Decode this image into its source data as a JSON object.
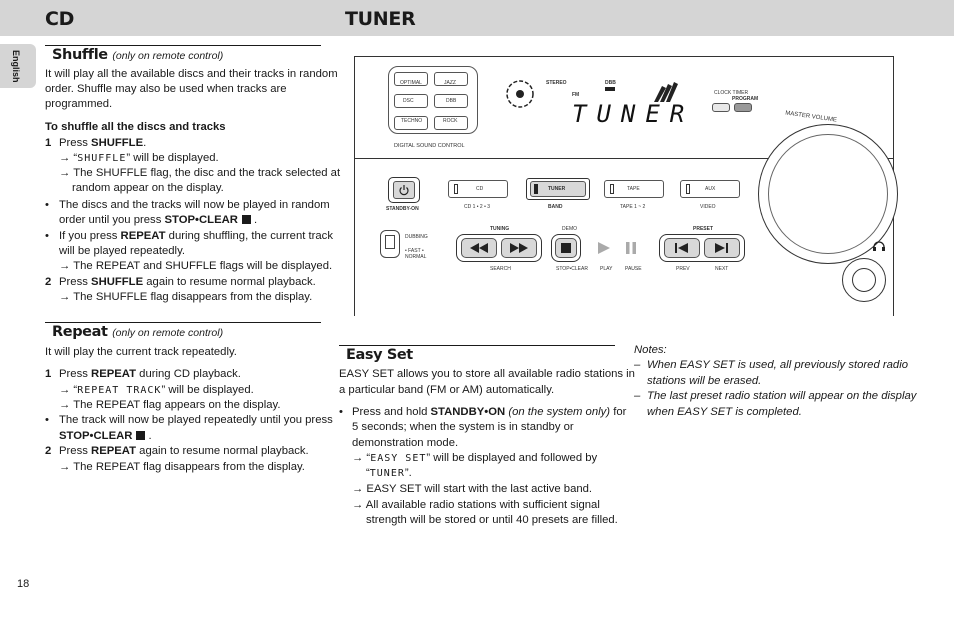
{
  "header": {
    "left": "CD",
    "right": "TUNER"
  },
  "side_tab": "English",
  "page_number": "18",
  "shuffle": {
    "title": "Shuffle",
    "subtitle": "(only on remote control)",
    "intro1": "It will play all the available discs and their tracks in random",
    "intro2": "order. Shuffle may also be used when tracks are",
    "intro3": "programmed.",
    "sub_heading": "To shuffle all the discs and tracks",
    "s1_num": "1",
    "s1_press": "Press",
    "s1_key": "SHUFFLE",
    "s1_dot": ".",
    "a1_pre": "→ “",
    "a1_lcd": "SHUFFLE",
    "a1_post": "” will be displayed.",
    "a2_l1": "→ The SHUFFLE flag, the disc and the track selected at",
    "a2_l2": "random appear on the display.",
    "b1_l1": "The discs and the tracks will now be played in random",
    "b1_l2_pre": "order until you press",
    "b1_key": "STOP•CLEAR",
    "b2_l1_pre": "If you press",
    "b2_key": "REPEAT",
    "b2_l1_post": "during shuffling, the current track",
    "b2_l2": "will be played repeatedly.",
    "a3": "→ The REPEAT and SHUFFLE flags will be displayed.",
    "s2_num": "2",
    "s2_pre": "Press",
    "s2_key": "SHUFFLE",
    "s2_post": "again to resume normal playback.",
    "a4": "→ The SHUFFLE flag disappears from the display."
  },
  "repeat": {
    "title": "Repeat",
    "subtitle": "(only on remote control)",
    "intro": "It will play the current track repeatedly.",
    "s1_num": "1",
    "s1_pre": "Press",
    "s1_key": "REPEAT",
    "s1_post": "during CD playback.",
    "a1_pre": "→ “",
    "a1_lcd": "REPEAT TRACK",
    "a1_post": "” will be displayed.",
    "a2": "→ The REPEAT flag appears on the display.",
    "b1_l1": "The track will now be played repeatedly until you press",
    "b1_key": "STOP•CLEAR",
    "s2_num": "2",
    "s2_pre": "Press",
    "s2_key": "REPEAT",
    "s2_post": "again to resume normal playback.",
    "a3": "→ The REPEAT flag disappears from the display."
  },
  "easy_set": {
    "title": "Easy Set",
    "intro1": "EASY SET allows you to store all available radio stations in",
    "intro2": "a particular band (FM or AM) automatically.",
    "b1_pre": "Press and hold",
    "b1_key": "STANDBY•ON",
    "b1_italic": "(on the system only)",
    "b1_post": "for",
    "b1_l2": "5 seconds; when the system is in standby or",
    "b1_l3": "demonstration mode.",
    "a1_pre": "→ “",
    "a1_lcd": "EASY SET",
    "a1_post": "” will be displayed and followed by",
    "a1b_pre": "“",
    "a1b_lcd": "TUNER",
    "a1b_post": "”.",
    "a2": "→ EASY SET will start with the last active band.",
    "a3_l1": "→ All available radio stations with sufficient signal",
    "a3_l2": "strength will be stored or until 40 presets are filled."
  },
  "notes": {
    "title": "Notes:",
    "n1_l1": "When EASY SET is used, all previously stored radio",
    "n1_l2": "stations will be erased.",
    "n2_l1": "The last preset radio station will appear on the display",
    "n2_l2": "when EASY SET is completed.",
    "dash": "–"
  },
  "device": {
    "display_text": "TUNER",
    "stereo": "STEREO",
    "dbb": "DBB",
    "fm": "FM",
    "dsc_label": "DIGITAL SOUND CONTROL",
    "dsc_buttons": [
      "OPTIMAL",
      "JAZZ",
      "DSC",
      "DBB",
      "TECHNO",
      "ROCK"
    ],
    "clock_timer": "CLOCK TIMER",
    "program": "PROGRAM",
    "master_volume": "MASTER VOLUME",
    "source_buttons": [
      "CD",
      "TUNER",
      "TAPE",
      "AUX"
    ],
    "source_sublabels": [
      "CD 1 • 2 • 3",
      "BAND",
      "TAPE 1 ~ 2",
      "VIDEO"
    ],
    "standby_on": "STANDBY-ON",
    "dubbing": "DUBBING",
    "dubbing_opts": "• FAST  • NORMAL",
    "tuning": "TUNING",
    "demo": "DEMO",
    "preset": "PRESET",
    "transport_labels": [
      "SEARCH",
      "STOP•CLEAR",
      "PLAY",
      "PAUSE",
      "PREV",
      "NEXT"
    ]
  }
}
